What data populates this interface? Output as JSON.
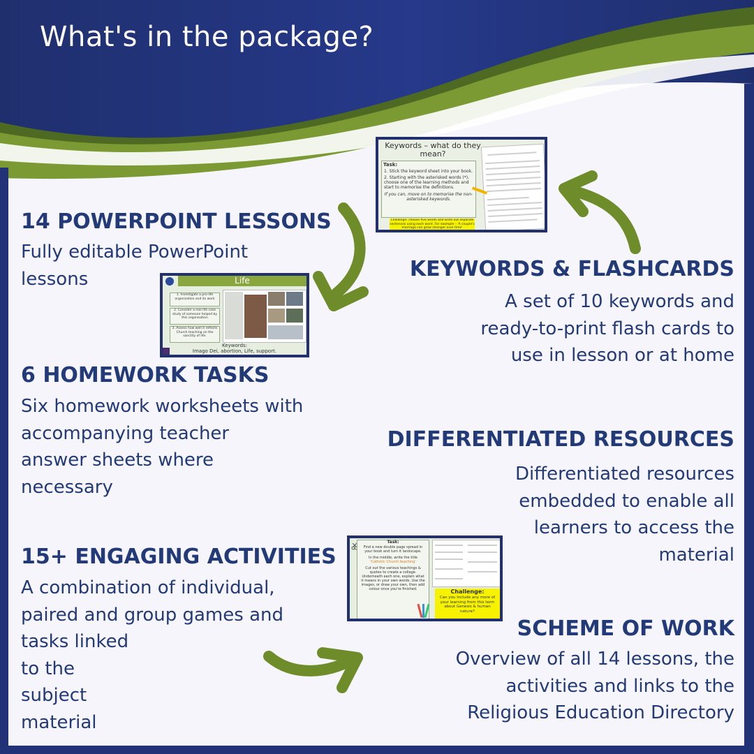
{
  "page": {
    "title": "What's in the package?",
    "colors": {
      "navy": "#223277",
      "green": "#6e8d2a",
      "panel": "#f6f5fb",
      "text": "#233a78"
    }
  },
  "sections": {
    "powerpoint": {
      "heading": "14 POWERPOINT LESSONS",
      "lines": [
        "Fully editable PowerPoint",
        "lessons"
      ]
    },
    "homework": {
      "heading": "6 HOMEWORK TASKS",
      "lines": [
        "Six homework worksheets with",
        "accompanying teacher",
        "answer sheets where",
        "necessary"
      ]
    },
    "activities": {
      "heading": "15+ ENGAGING ACTIVITIES",
      "lines": [
        "A combination of individual,",
        "paired and group games and",
        "tasks linked",
        "to the",
        "subject",
        "material"
      ]
    },
    "keywords": {
      "heading": "KEYWORDS &  FLASHCARDS",
      "lines": [
        "A set of 10 keywords and",
        "ready-to-print flash cards to",
        "use in lesson or at home"
      ]
    },
    "differentiated": {
      "heading": "DIFFERENTIATED RESOURCES",
      "lines": [
        "Differentiated resources",
        "embedded to enable all",
        "learners to access the",
        "material"
      ]
    },
    "scheme": {
      "heading": "SCHEME OF WORK",
      "lines": [
        "Overview of all 14 lessons, the",
        "activities and links to the",
        "Religious Education Directory"
      ]
    }
  },
  "thumbnails": {
    "keywords_slide": {
      "title": "Keywords – what do they mean?",
      "task_label": "Task:",
      "steps": [
        "1.  Stick the keyword sheet into your book.",
        "2.  Starting with the asterisked words (*), choose one of the learning methods and start to memorise the definitions."
      ],
      "extension": "If you can, move on to memorise the non-asterisked keywords.",
      "challenge": "Challenge: choose five words and write out separate sentences using each word. For example – 'A couple's marriage can grow stronger over time'"
    },
    "life_slide": {
      "title": "Life",
      "objectives": [
        "1. Investigate a pro-life organisation and its work",
        "2. Consider a real life case study of someone helped by this organisation",
        "3. Assess how well it reflects Church teaching on the sanctity of life."
      ],
      "keywords_label": "Keywords:",
      "keywords": "Imago Dei, abortion, Life, support."
    },
    "collage_slide": {
      "task_label": "Task:",
      "paragraphs": [
        "Find a new double page spread in your book and turn it landscape.",
        "In the middle, write the title",
        "'Catholic Church teaching'",
        "Cut out the various teachings & quotes to create a collage. Underneath each one, explain what it means in your own words. Use the images, or draw your own, then add colour once you're finished."
      ],
      "challenge_label": "Challenge:",
      "challenge": "Can you include any more of your learning from this term about Genesis & human nature?"
    }
  }
}
